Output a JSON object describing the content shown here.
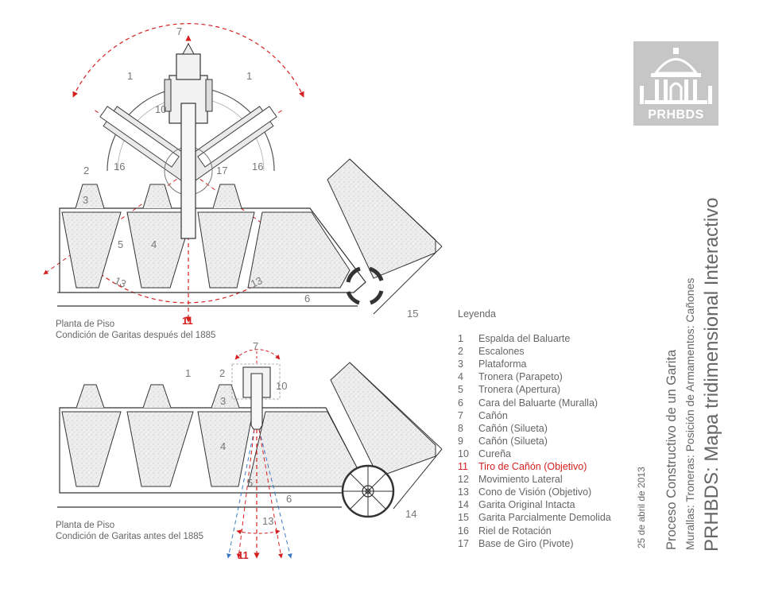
{
  "diagram": {
    "top_plan": {
      "caption_line1": "Planta de Piso",
      "caption_line2": "Condición de Garitas después del 1885",
      "labels": {
        "n7": "7",
        "n1a": "1",
        "n1b": "1",
        "n10": "10",
        "n16a": "16",
        "n16b": "16",
        "n2": "2",
        "n17": "17",
        "n3": "3",
        "n5": "5",
        "n4": "4",
        "n13a": "13",
        "n13b": "13",
        "n6": "6",
        "n15": "15",
        "n11": "11"
      }
    },
    "bottom_plan": {
      "caption_line1": "Planta de Piso",
      "caption_line2": "Condición de Garitas antes del 1885",
      "labels": {
        "n7": "7",
        "n1": "1",
        "n2": "2",
        "n10": "10",
        "n3": "3",
        "n4": "4",
        "n5": "5",
        "n6": "6",
        "n13": "13",
        "n14": "14",
        "n11": "11"
      }
    }
  },
  "legend": {
    "title": "Leyenda",
    "items": [
      {
        "num": "1",
        "text": "Espalda del Baluarte"
      },
      {
        "num": "2",
        "text": "Escalones"
      },
      {
        "num": "3",
        "text": "Plataforma"
      },
      {
        "num": "4",
        "text": "Tronera (Parapeto)"
      },
      {
        "num": "5",
        "text": "Tronera (Apertura)"
      },
      {
        "num": "6",
        "text": "Cara del Baluarte (Muralla)"
      },
      {
        "num": "7",
        "text": "Cañón"
      },
      {
        "num": "8",
        "text": "Cañón (Silueta)"
      },
      {
        "num": "9",
        "text": "Cañón (Silueta)"
      },
      {
        "num": "10",
        "text": "Cureña"
      },
      {
        "num": "11",
        "text": "Tiro de Cañón (Objetivo)"
      },
      {
        "num": "12",
        "text": "Movimiento Lateral"
      },
      {
        "num": "13",
        "text": "Cono de Visión (Objetivo)"
      },
      {
        "num": "14",
        "text": "Garita Original Intacta"
      },
      {
        "num": "15",
        "text": "Garita Parcialmente Demolida"
      },
      {
        "num": "16",
        "text": "Riel de Rotación"
      },
      {
        "num": "17",
        "text": "Base de Giro (Pivote)"
      }
    ],
    "highlight_num": "11"
  },
  "titles": {
    "date": "25 de abril de 2013",
    "subtitle1": "Proceso Constructivo de un Garita",
    "subtitle2": "Murallas: Troneras: Posición de Armamentos: Cañones",
    "main": "PRHBDS: Mapa tridimensional Interactivo"
  },
  "logo": {
    "text": "PRHBDS"
  },
  "colors": {
    "red": "#d42020",
    "blue": "#3a78c8",
    "line": "#333333",
    "gray_text": "#777777",
    "logo_bg": "#c6c6c6",
    "fill": "#e9e9e9"
  }
}
